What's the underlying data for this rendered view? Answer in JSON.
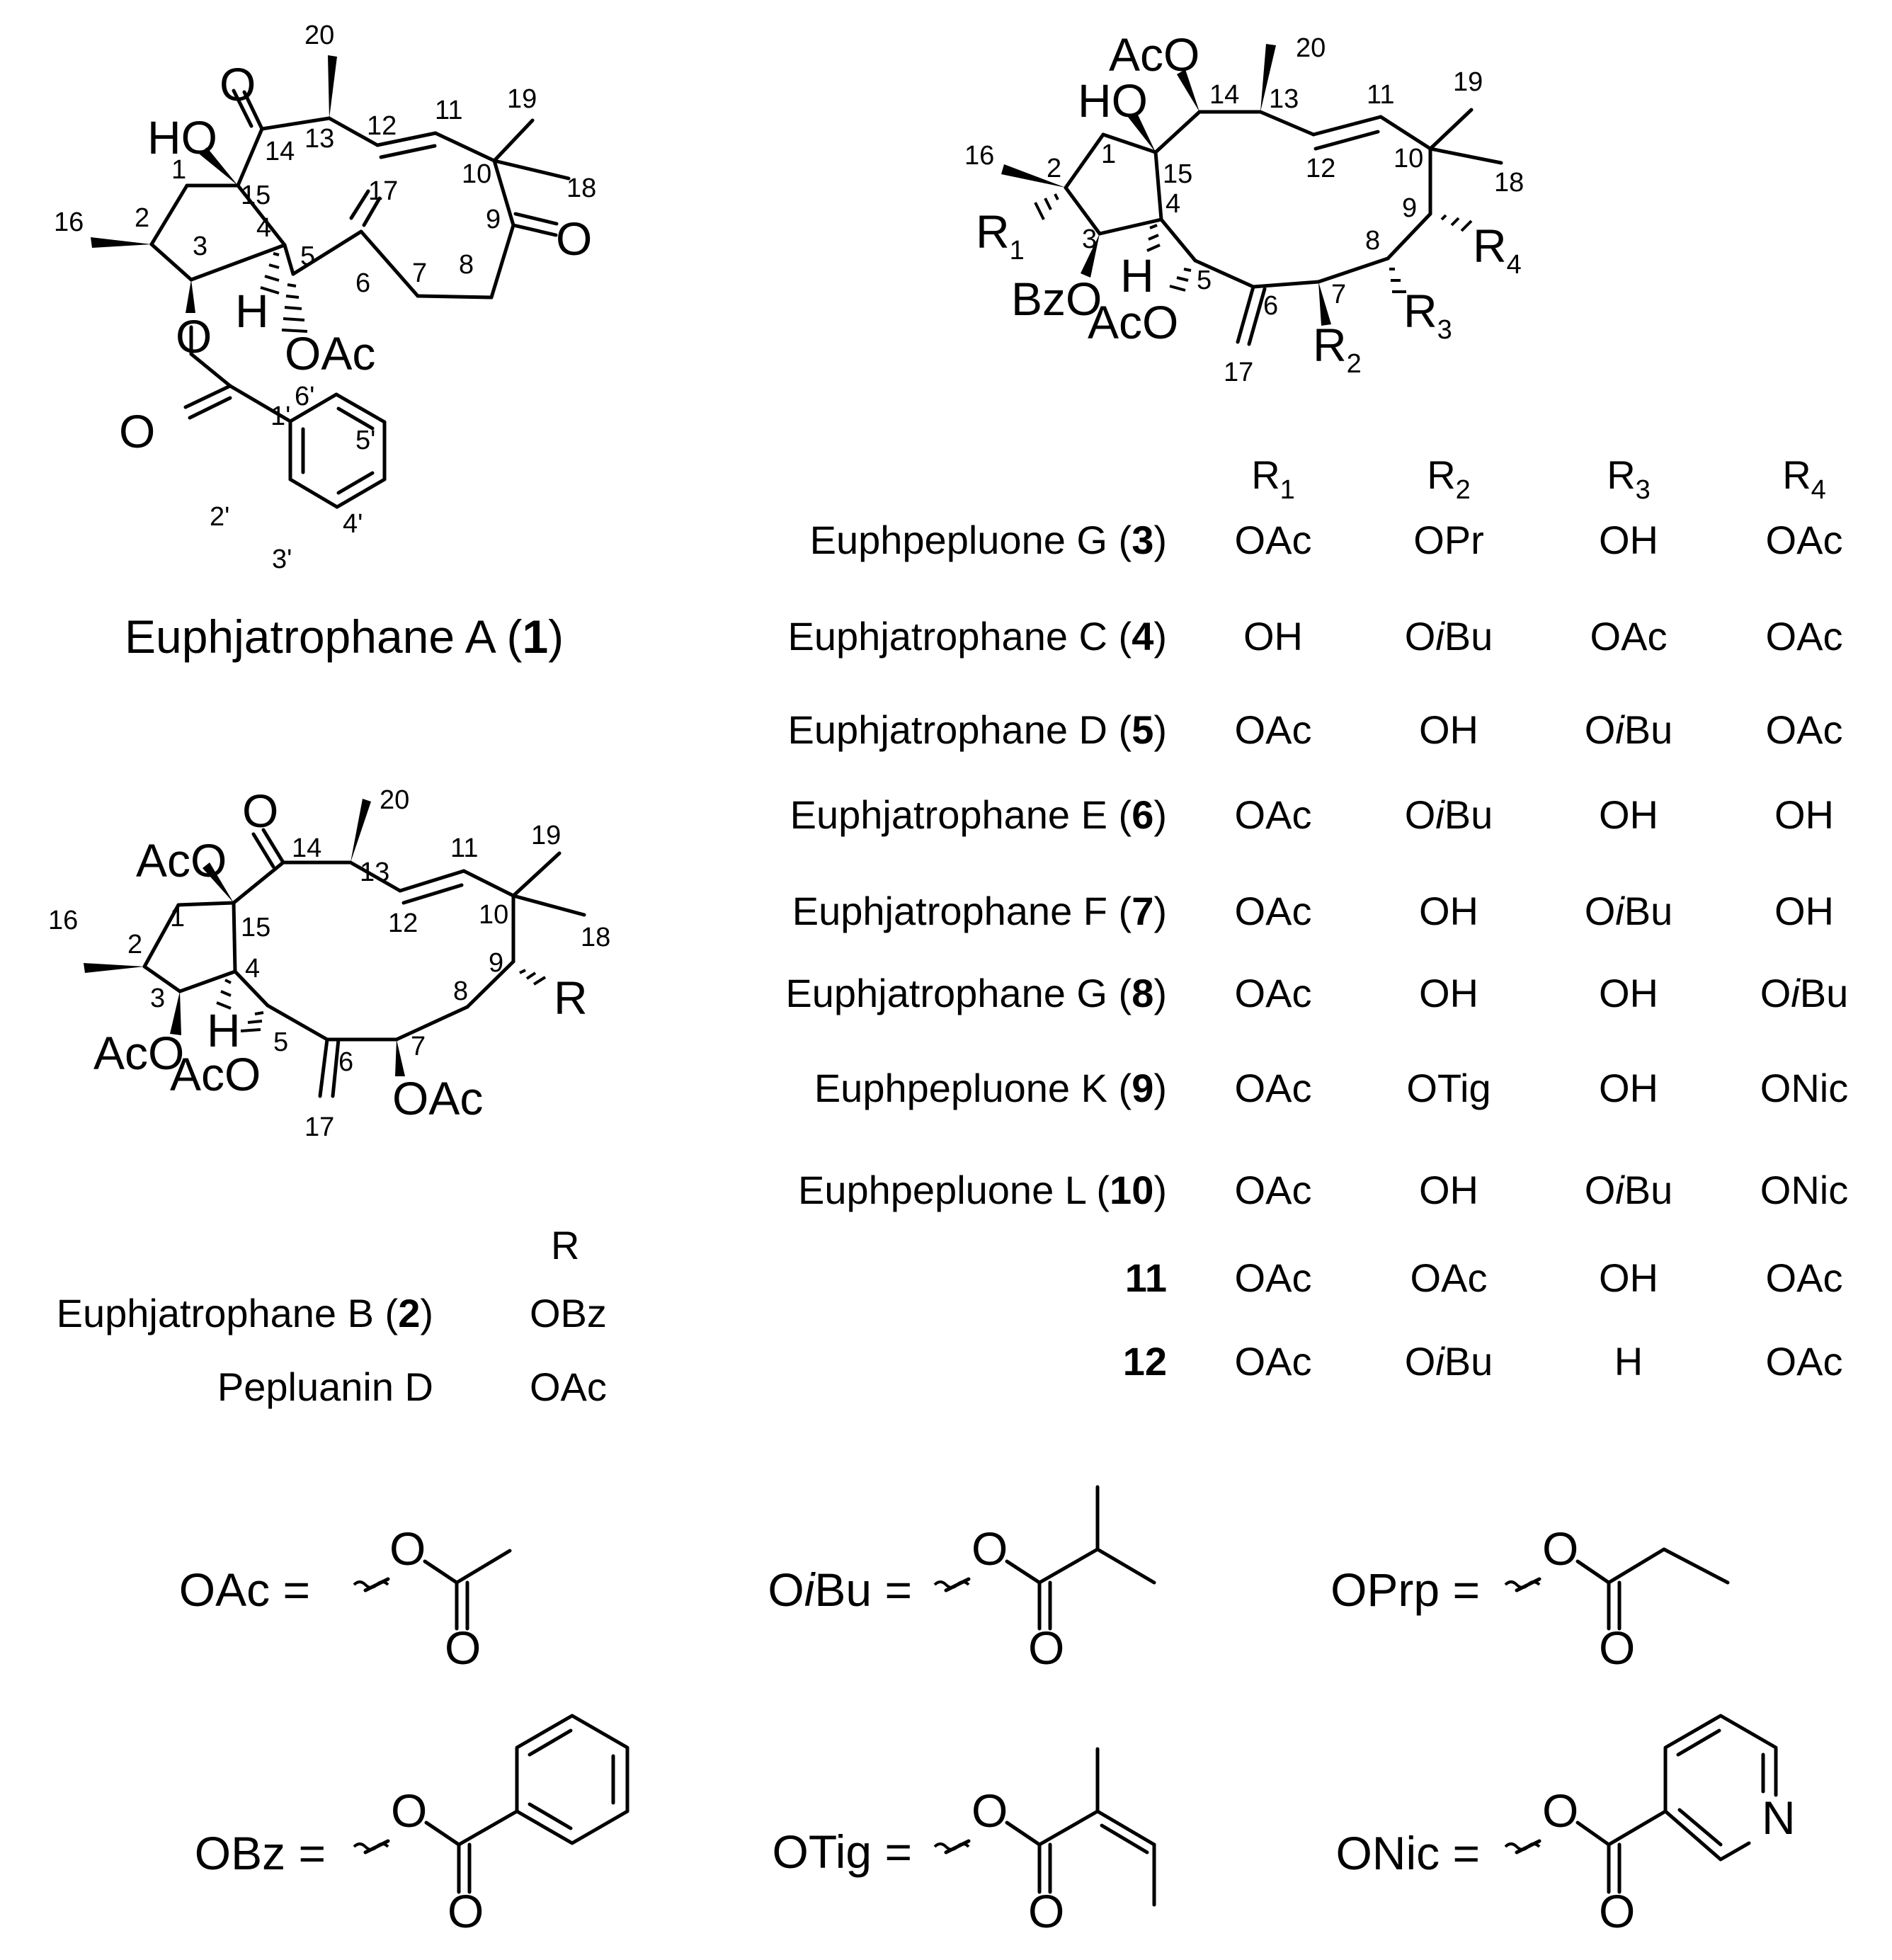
{
  "compound_1": {
    "name_prefix": "Euphjatrophane A (",
    "number": "1",
    "name_suffix": ")",
    "atoms": {
      "c1": "1",
      "c2": "2",
      "c3": "3",
      "c4": "4",
      "c5": "5",
      "c6": "6",
      "c7": "7",
      "c8": "8",
      "c9": "9",
      "c10": "10",
      "c11": "11",
      "c12": "12",
      "c13": "13",
      "c14": "14",
      "c15": "15",
      "c16": "16",
      "c17": "17",
      "c18": "18",
      "c19": "19",
      "c20": "20",
      "p1": "1'",
      "p2": "2'",
      "p3": "3'",
      "p4": "4'",
      "p5": "5'",
      "p6": "6'"
    },
    "groups": {
      "ho": "HO",
      "o14": "O",
      "o9": "O",
      "h4": "H",
      "oac5": "OAc",
      "o3": "O",
      "o_ester": "O"
    }
  },
  "compound_2": {
    "atoms": {
      "c1": "1",
      "c2": "2",
      "c3": "3",
      "c4": "4",
      "c5": "5",
      "c6": "6",
      "c7": "7",
      "c8": "8",
      "c9": "9",
      "c10": "10",
      "c11": "11",
      "c12": "12",
      "c13": "13",
      "c14": "14",
      "c15": "15",
      "c16": "16",
      "c17": "17",
      "c18": "18",
      "c19": "19",
      "c20": "20"
    },
    "groups": {
      "aco15": "AcO",
      "o14": "O",
      "aco3": "AcO",
      "aco5": "AcO",
      "h4": "H",
      "oac7": "OAc",
      "r": "R"
    },
    "table": {
      "header": "R",
      "rows": [
        {
          "name": "Euphjatrophane B (",
          "bold": "2",
          "suffix": ")",
          "r": "OBz"
        },
        {
          "name": "Pepluanin D",
          "bold": "",
          "suffix": "",
          "r": "OAc"
        }
      ]
    }
  },
  "compound_3_12": {
    "atoms": {
      "c1": "1",
      "c2": "2",
      "c3": "3",
      "c4": "4",
      "c5": "5",
      "c6": "6",
      "c7": "7",
      "c8": "8",
      "c9": "9",
      "c10": "10",
      "c11": "11",
      "c12": "12",
      "c13": "13",
      "c14": "14",
      "c15": "15",
      "c16": "16",
      "c17": "17",
      "c18": "18",
      "c19": "19",
      "c20": "20"
    },
    "groups": {
      "aco14": "AcO",
      "ho15": "HO",
      "bzo3": "BzO",
      "aco5": "AcO",
      "h4": "H",
      "r1": "R",
      "r2": "R",
      "r3": "R",
      "r4": "R",
      "s1": "1",
      "s2": "2",
      "s3": "3",
      "s4": "4"
    },
    "table": {
      "headers": [
        {
          "r": "R",
          "sub": "1"
        },
        {
          "r": "R",
          "sub": "2"
        },
        {
          "r": "R",
          "sub": "3"
        },
        {
          "r": "R",
          "sub": "4"
        }
      ],
      "rows": [
        {
          "name": "Euphpepluone G (",
          "bold": "3",
          "suffix": ")",
          "r1": [
            {
              "t": "OAc"
            }
          ],
          "r2": [
            {
              "t": "OPr"
            }
          ],
          "r3": [
            {
              "t": "OH"
            }
          ],
          "r4": [
            {
              "t": "OAc"
            }
          ]
        },
        {
          "name": "Euphjatrophane C (",
          "bold": "4",
          "suffix": ")",
          "r1": [
            {
              "t": "OH"
            }
          ],
          "r2": [
            {
              "t": "O"
            },
            {
              "t": "i",
              "i": true
            },
            {
              "t": "Bu"
            }
          ],
          "r3": [
            {
              "t": "OAc"
            }
          ],
          "r4": [
            {
              "t": "OAc"
            }
          ]
        },
        {
          "name": "Euphjatrophane D (",
          "bold": "5",
          "suffix": ")",
          "r1": [
            {
              "t": "OAc"
            }
          ],
          "r2": [
            {
              "t": "OH"
            }
          ],
          "r3": [
            {
              "t": "O"
            },
            {
              "t": "i",
              "i": true
            },
            {
              "t": "Bu"
            }
          ],
          "r4": [
            {
              "t": "OAc"
            }
          ]
        },
        {
          "name": "Euphjatrophane E (",
          "bold": "6",
          "suffix": ")",
          "r1": [
            {
              "t": "OAc"
            }
          ],
          "r2": [
            {
              "t": "O"
            },
            {
              "t": "i",
              "i": true
            },
            {
              "t": "Bu"
            }
          ],
          "r3": [
            {
              "t": "OH"
            }
          ],
          "r4": [
            {
              "t": "OH"
            }
          ]
        },
        {
          "name": "Euphjatrophane F (",
          "bold": "7",
          "suffix": ")",
          "r1": [
            {
              "t": "OAc"
            }
          ],
          "r2": [
            {
              "t": "OH"
            }
          ],
          "r3": [
            {
              "t": "O"
            },
            {
              "t": "i",
              "i": true
            },
            {
              "t": "Bu"
            }
          ],
          "r4": [
            {
              "t": "OH"
            }
          ]
        },
        {
          "name": "Euphjatrophane G (",
          "bold": "8",
          "suffix": ")",
          "r1": [
            {
              "t": "OAc"
            }
          ],
          "r2": [
            {
              "t": "OH"
            }
          ],
          "r3": [
            {
              "t": "OH"
            }
          ],
          "r4": [
            {
              "t": "O"
            },
            {
              "t": "i",
              "i": true
            },
            {
              "t": "Bu"
            }
          ]
        },
        {
          "name": "Euphpepluone K (",
          "bold": "9",
          "suffix": ")",
          "r1": [
            {
              "t": "OAc"
            }
          ],
          "r2": [
            {
              "t": "OTig"
            }
          ],
          "r3": [
            {
              "t": "OH"
            }
          ],
          "r4": [
            {
              "t": "ONic"
            }
          ]
        },
        {
          "name": "Euphpepluone L (",
          "bold": "10",
          "suffix": ")",
          "r1": [
            {
              "t": "OAc"
            }
          ],
          "r2": [
            {
              "t": "OH"
            }
          ],
          "r3": [
            {
              "t": "O"
            },
            {
              "t": "i",
              "i": true
            },
            {
              "t": "Bu"
            }
          ],
          "r4": [
            {
              "t": "ONic"
            }
          ]
        },
        {
          "name": "",
          "bold": "11",
          "suffix": "",
          "r1": [
            {
              "t": "OAc"
            }
          ],
          "r2": [
            {
              "t": "OAc"
            }
          ],
          "r3": [
            {
              "t": "OH"
            }
          ],
          "r4": [
            {
              "t": "OAc"
            }
          ]
        },
        {
          "name": "",
          "bold": "12",
          "suffix": "",
          "r1": [
            {
              "t": "OAc"
            }
          ],
          "r2": [
            {
              "t": "O"
            },
            {
              "t": "i",
              "i": true
            },
            {
              "t": "Bu"
            }
          ],
          "r3": [
            {
              "t": "H"
            }
          ],
          "r4": [
            {
              "t": "OAc"
            }
          ]
        }
      ]
    }
  },
  "legend": [
    {
      "id": "oac",
      "pre": "",
      "ital": "",
      "post": "OAc =",
      "o_ester": "O",
      "o_carbonyl": "O"
    },
    {
      "id": "oibu",
      "pre": "O",
      "ital": "i",
      "post": "Bu =",
      "o_ester": "O",
      "o_carbonyl": "O"
    },
    {
      "id": "oprp",
      "pre": "",
      "ital": "",
      "post": "OPrp =",
      "o_ester": "O",
      "o_carbonyl": "O"
    },
    {
      "id": "obz",
      "pre": "",
      "ital": "",
      "post": "OBz =",
      "o_ester": "O",
      "o_carbonyl": "O"
    },
    {
      "id": "otig",
      "pre": "",
      "ital": "",
      "post": "OTig =",
      "o_ester": "O",
      "o_carbonyl": "O"
    },
    {
      "id": "onic",
      "pre": "",
      "ital": "",
      "post": "ONic =",
      "o_ester": "O",
      "o_carbonyl": "O",
      "n": "N"
    }
  ]
}
